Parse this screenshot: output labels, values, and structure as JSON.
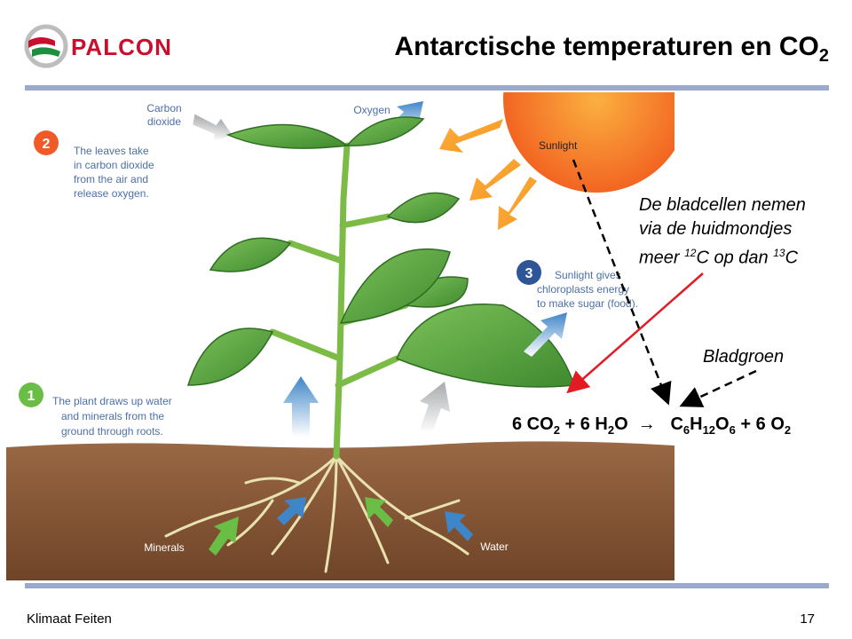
{
  "header": {
    "logo_text": "PALCON",
    "title_main": "Antarctische temperaturen en CO",
    "title_sub": "2"
  },
  "diagram": {
    "carbon_dioxide_label": [
      "Carbon",
      "dioxide"
    ],
    "oxygen_label": "Oxygen",
    "sunlight_label": "Sunlight",
    "step2_number": "2",
    "step2_text": [
      "The leaves take",
      "in carbon dioxide",
      "from the air and",
      "release oxygen."
    ],
    "step3_number": "3",
    "step3_text": [
      "Sunlight gives",
      "chloroplasts energy",
      "to make sugar (food)."
    ],
    "step1_number": "1",
    "step1_text": [
      "The plant draws up water",
      "and minerals from the",
      "ground through roots."
    ],
    "minerals_label": "Minerals",
    "water_label": "Water"
  },
  "annotation": {
    "line1": "De bladcellen nemen",
    "line2": "via de huidmondjes",
    "line3_pre": "meer ",
    "iso12": "12",
    "line3_mid": "C op dan ",
    "iso13": "13",
    "line3_post": "C",
    "bladgroen": "Bladgroen"
  },
  "equation": {
    "p1": "6 CO",
    "s1": "2",
    "p2": " + 6 H",
    "s2": "2",
    "p3": "O",
    "arrow": "→",
    "p4": "C",
    "s4": "6",
    "p5": "H",
    "s5": "12",
    "p6": "O",
    "s6": "6",
    "p7": " + 6 O",
    "s7": "2"
  },
  "footer": {
    "left": "Klimaat Feiten",
    "page_number": "17"
  },
  "colors": {
    "accent_rule": "#9aa9cc",
    "red_line": "#e31b23",
    "sun_orange": "#f26522",
    "leaf_green": "#5a9e3a",
    "soil_brown": "#8a5a38"
  }
}
